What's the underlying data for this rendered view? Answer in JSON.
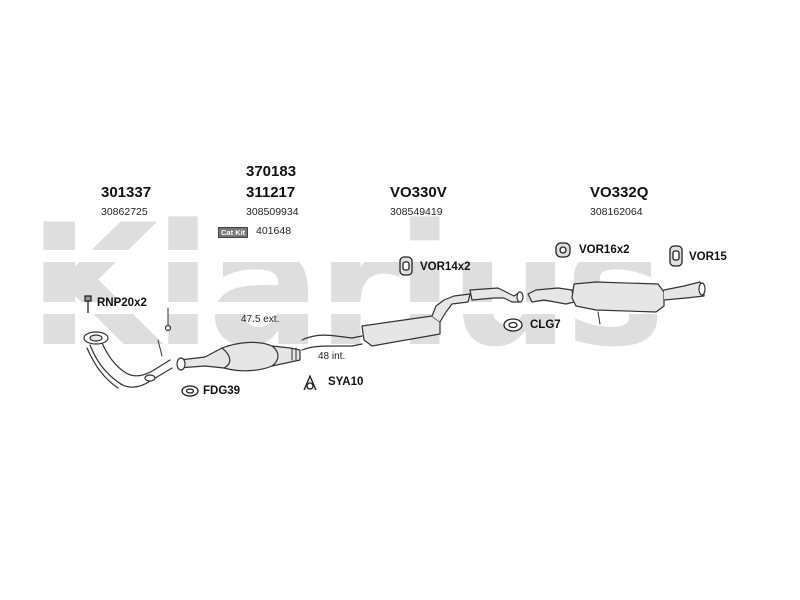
{
  "watermark": "Klarius",
  "groups": [
    {
      "part": "301337",
      "oem": "30862725"
    },
    {
      "part_top": "370183",
      "part": "311217",
      "oem": "308509934",
      "catkit_label": "Cat Kit",
      "catkit_number": "401648"
    },
    {
      "part": "VO330V",
      "oem": "308549419"
    },
    {
      "part": "VO332Q",
      "oem": "308162064"
    }
  ],
  "fittings": {
    "rnp": "RNP20x2",
    "fdg": "FDG39",
    "sya": "SYA10",
    "vor14": "VOR14x2",
    "clg": "CLG7",
    "vor16": "VOR16x2",
    "vor15": "VOR15"
  },
  "measurements": {
    "ext": "47.5 ext.",
    "int": "48 int."
  },
  "colors": {
    "watermark": "#dedede",
    "line": "#333333",
    "part_fill": "#e6e6e6"
  }
}
